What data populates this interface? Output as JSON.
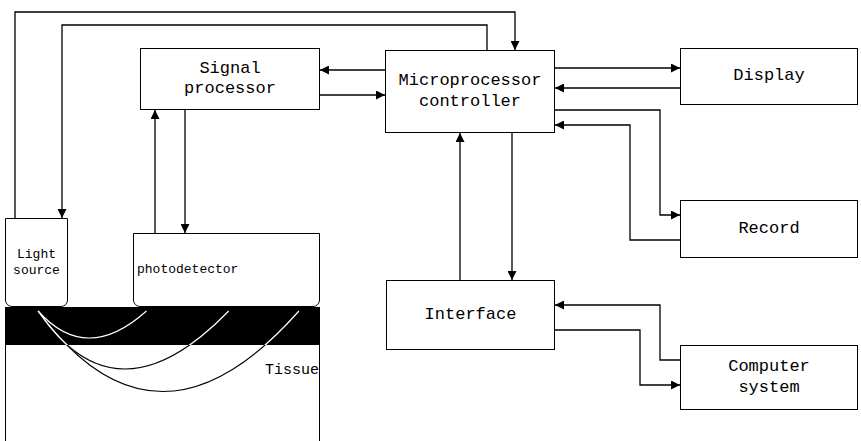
{
  "diagram": {
    "nodes": [
      {
        "text": [
          "Signal processor"
        ]
      },
      {
        "text": [
          "Microprocessor controller"
        ]
      },
      {
        "text": [
          "Display"
        ]
      },
      {
        "text": [
          "Light source"
        ]
      },
      {
        "text": [
          "photodetector"
        ]
      },
      {
        "text": [
          "Record"
        ]
      },
      {
        "text": [
          "Interface"
        ]
      },
      {
        "text": [
          "Computer system"
        ]
      },
      {
        "text": [
          "Tissue"
        ]
      }
    ],
    "edges": [
      {
        "from": 3,
        "to": 1,
        "arrow": "to"
      },
      {
        "from": 1,
        "to": 3,
        "arrow": "to"
      },
      {
        "from": 1,
        "to": 0,
        "arrow": "to"
      },
      {
        "from": 0,
        "to": 1,
        "arrow": "to"
      },
      {
        "from": 4,
        "to": 0,
        "arrow": "to"
      },
      {
        "from": 0,
        "to": 4,
        "arrow": "to"
      },
      {
        "from": 1,
        "to": 2,
        "arrow": "to"
      },
      {
        "from": 2,
        "to": 1,
        "arrow": "to"
      },
      {
        "from": 1,
        "to": 5,
        "arrow": "to"
      },
      {
        "from": 5,
        "to": 1,
        "arrow": "to"
      },
      {
        "from": 1,
        "to": 6,
        "arrow": "to"
      },
      {
        "from": 6,
        "to": 1,
        "arrow": "to"
      },
      {
        "from": 7,
        "to": 6,
        "arrow": "to"
      },
      {
        "from": 6,
        "to": 7,
        "arrow": "to"
      }
    ]
  }
}
